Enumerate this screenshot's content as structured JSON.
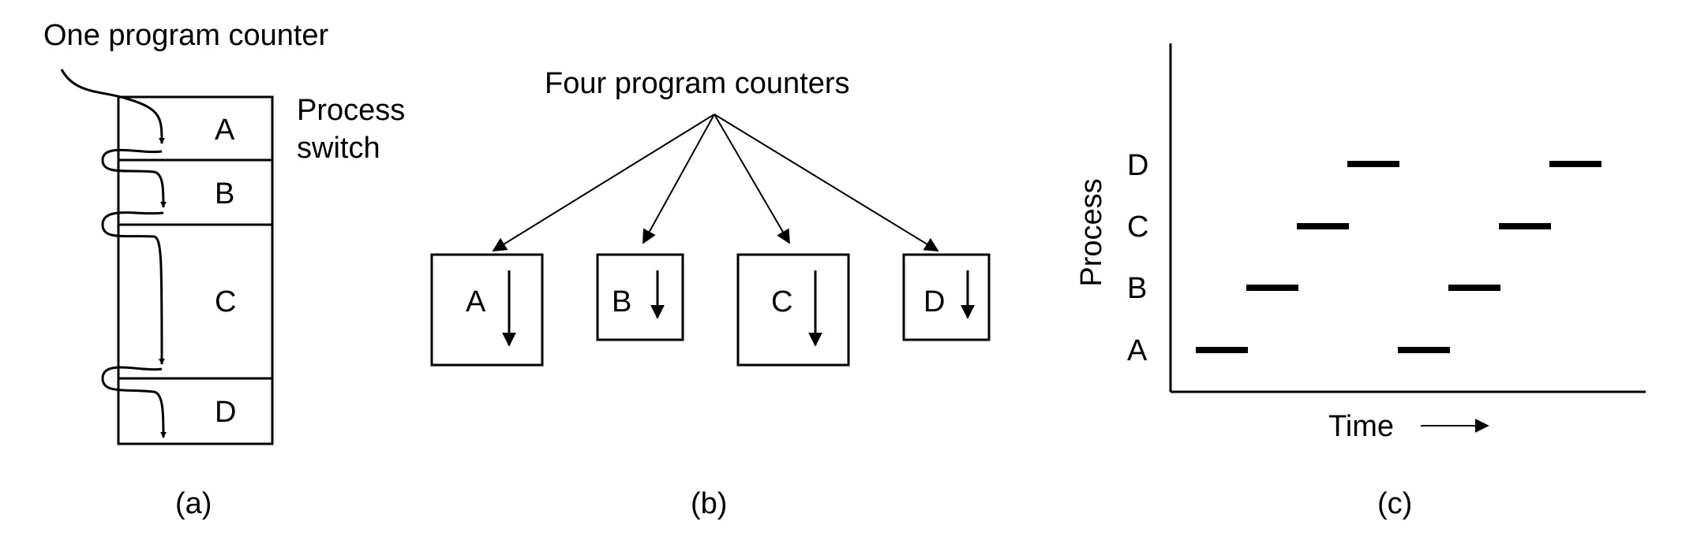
{
  "panel_a": {
    "pc_label": "One program counter",
    "switch_label_line1": "Process",
    "switch_label_line2": "switch",
    "segments": [
      "A",
      "B",
      "C",
      "D"
    ],
    "caption": "(a)"
  },
  "panel_b": {
    "pc_label": "Four program counters",
    "processes": [
      "A",
      "B",
      "C",
      "D"
    ],
    "caption": "(b)"
  },
  "panel_c": {
    "y_axis_label": "Process",
    "x_axis_label": "Time",
    "process_labels": [
      "A",
      "B",
      "C",
      "D"
    ],
    "caption": "(c)"
  },
  "chart_data": {
    "type": "timeline",
    "processes": [
      "A",
      "B",
      "C",
      "D"
    ],
    "runs": [
      {
        "process": "A",
        "slot": 1
      },
      {
        "process": "B",
        "slot": 2
      },
      {
        "process": "C",
        "slot": 3
      },
      {
        "process": "D",
        "slot": 4
      },
      {
        "process": "A",
        "slot": 5
      },
      {
        "process": "B",
        "slot": 6
      },
      {
        "process": "C",
        "slot": 7
      },
      {
        "process": "D",
        "slot": 8
      }
    ]
  }
}
